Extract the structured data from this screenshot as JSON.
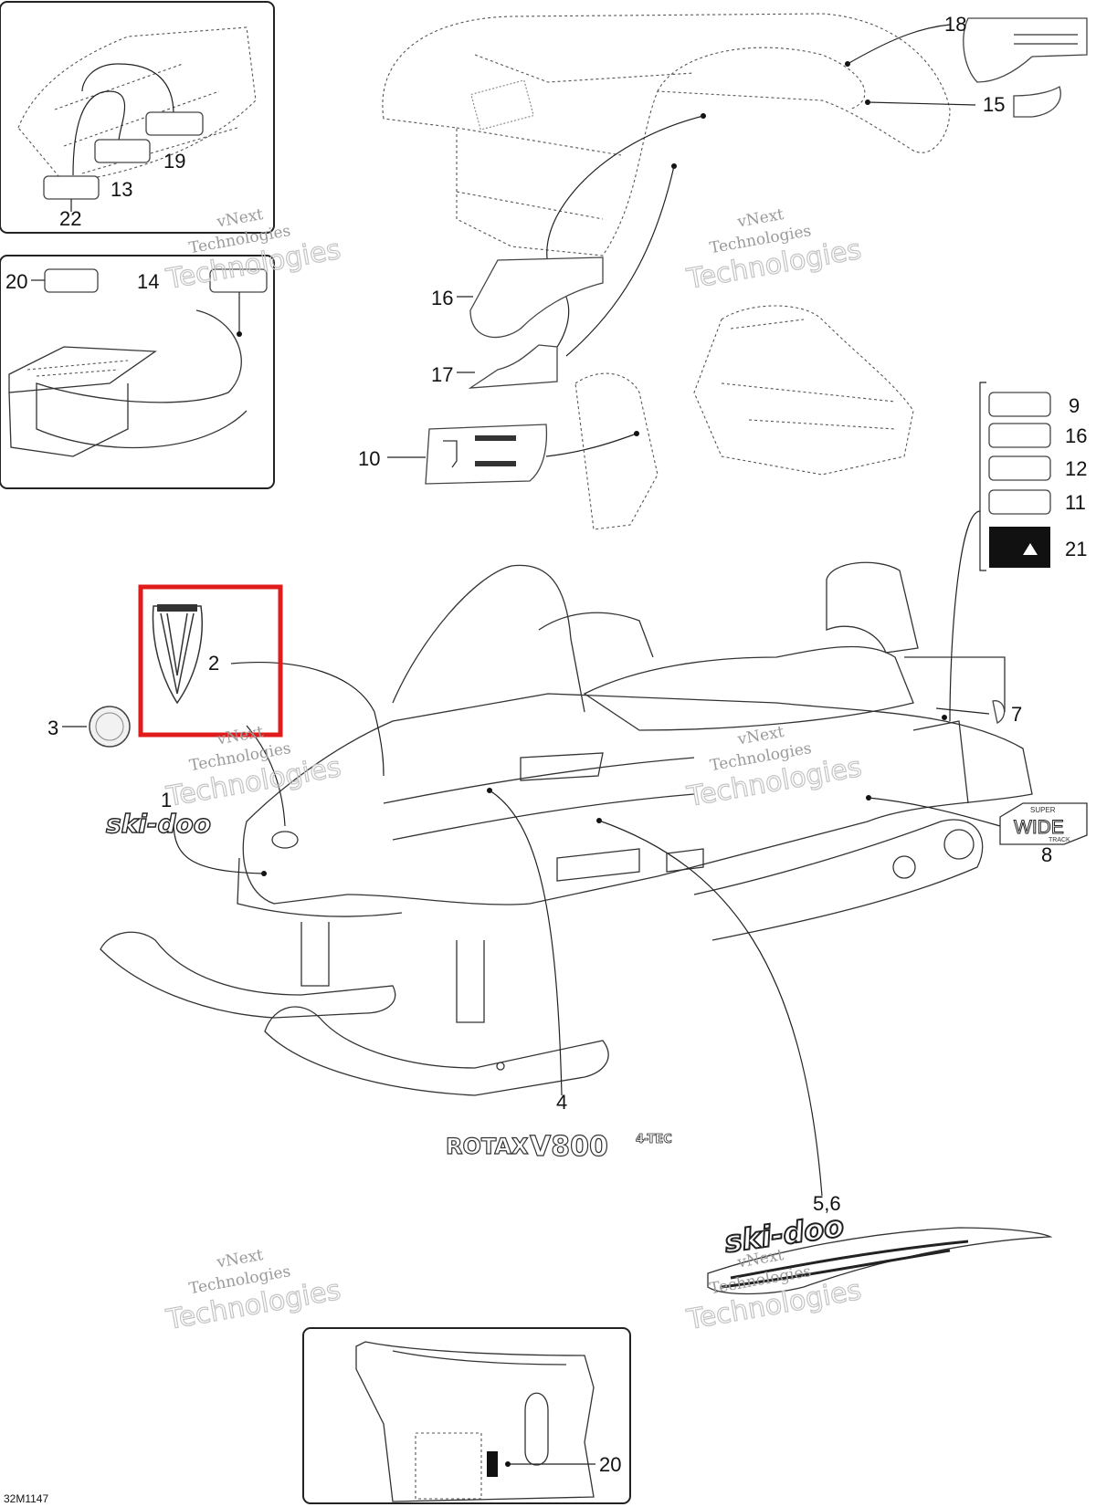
{
  "figure_id": "32M1147",
  "watermark": {
    "line1": "vNext",
    "line2": "Technologies"
  },
  "callouts": [
    {
      "id": "c1",
      "label": "1"
    },
    {
      "id": "c2",
      "label": "2"
    },
    {
      "id": "c3",
      "label": "3"
    },
    {
      "id": "c4",
      "label": "4"
    },
    {
      "id": "c56",
      "label": "5,6"
    },
    {
      "id": "c7",
      "label": "7"
    },
    {
      "id": "c8",
      "label": "8"
    },
    {
      "id": "c9",
      "label": "9"
    },
    {
      "id": "c10",
      "label": "10"
    },
    {
      "id": "c11",
      "label": "11"
    },
    {
      "id": "c12",
      "label": "12"
    },
    {
      "id": "c13",
      "label": "13"
    },
    {
      "id": "c14",
      "label": "14"
    },
    {
      "id": "c15",
      "label": "15"
    },
    {
      "id": "c16",
      "label": "16"
    },
    {
      "id": "c16b",
      "label": "16"
    },
    {
      "id": "c17",
      "label": "17"
    },
    {
      "id": "c18",
      "label": "18"
    },
    {
      "id": "c19",
      "label": "19"
    },
    {
      "id": "c20",
      "label": "20"
    },
    {
      "id": "c20b",
      "label": "20"
    },
    {
      "id": "c21",
      "label": "21"
    },
    {
      "id": "c22",
      "label": "22"
    }
  ],
  "decals": {
    "skidoo_small": "ski-doo",
    "skidoo_graphic": "ski-doo",
    "wide_track": {
      "top": "SUPER",
      "main": "WIDE",
      "bottom": "TRACK"
    },
    "rotax": {
      "brand": "ROTAX",
      "model": "V800",
      "suffix": "4-TEC"
    }
  },
  "highlight": {
    "target": "2",
    "color": "#e01b1b"
  },
  "colors": {
    "line": "#333333",
    "watermark": "#9a9a9a"
  }
}
